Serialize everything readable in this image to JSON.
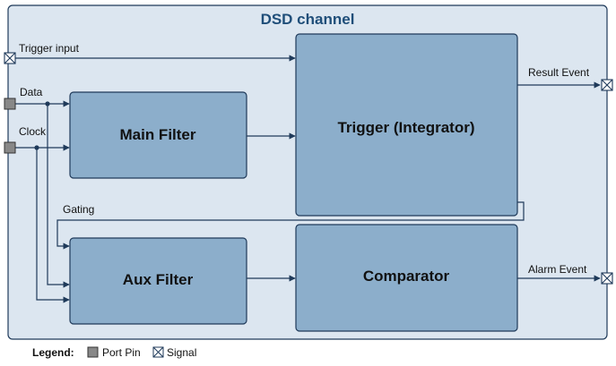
{
  "title": "DSD channel",
  "blocks": {
    "main_filter": "Main Filter",
    "aux_filter": "Aux Filter",
    "trigger": "Trigger (Integrator)",
    "comparator": "Comparator"
  },
  "signals": {
    "trigger_input": "Trigger input",
    "data": "Data",
    "clock": "Clock",
    "gating": "Gating",
    "result_event": "Result Event",
    "alarm_event": "Alarm Event"
  },
  "legend": {
    "label": "Legend:",
    "port_pin": "Port Pin",
    "signal": "Signal"
  },
  "colors": {
    "container_fill": "#dce6f0",
    "block_fill": "#8caecb",
    "stroke": "#1f3a5a",
    "title": "#1f4e79",
    "port_pin": "#888888"
  }
}
